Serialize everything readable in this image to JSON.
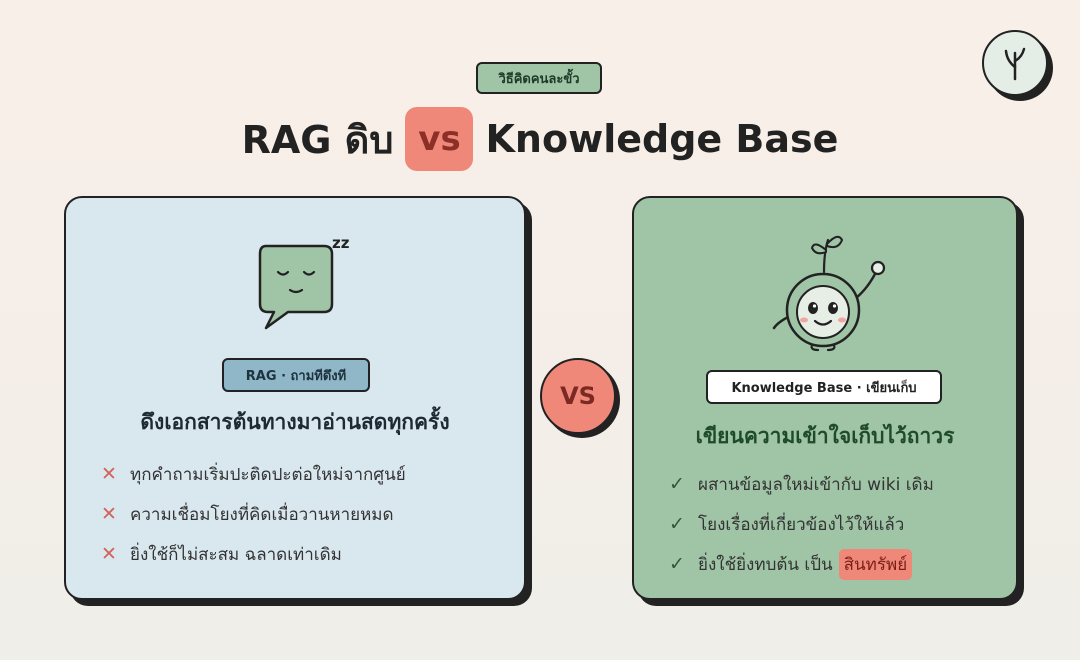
{
  "header": {
    "badge": "วิธีคิดคนละขั้ว",
    "title_left": "RAG ดิบ",
    "title_vs": "vs",
    "title_right": "Knowledge Base"
  },
  "center_vs": "VS",
  "left_card": {
    "label": "RAG · ถามทีดึงที",
    "heading": "ดึงเอกสารต้นทางมาอ่านสดทุกครั้ง",
    "items": [
      "ทุกคำถามเริ่มปะติดปะต่อใหม่จากศูนย์",
      "ความเชื่อมโยงที่คิดเมื่อวานหายหมด",
      "ยิ่งใช้ก็ไม่สะสม ฉลาดเท่าเดิม"
    ],
    "illustration": "sleeping-chat-bubble",
    "snore_text": "zz"
  },
  "right_card": {
    "label": "Knowledge Base · เขียนเก็บ",
    "heading": "เขียนความเข้าใจเก็บไว้ถาวร",
    "items": [
      "ผสานข้อมูลใหม่เข้ากับ wiki เดิม",
      "โยงเรื่องที่เกี่ยวข้องไว้ให้แล้ว",
      "ยิ่งใช้ยิ่งทบต้น เป็น"
    ],
    "highlight": "สินทรัพย์",
    "illustration": "sprout-mascot"
  },
  "icons": {
    "logo": "sprout-logo-icon",
    "cross": "cross-icon",
    "check": "check-icon"
  },
  "colors": {
    "coral": "#f0887a",
    "sage": "#9fc4a6",
    "pale_blue": "#d9e7ef",
    "steel_blue": "#8fb7c8",
    "ink": "#222222"
  }
}
